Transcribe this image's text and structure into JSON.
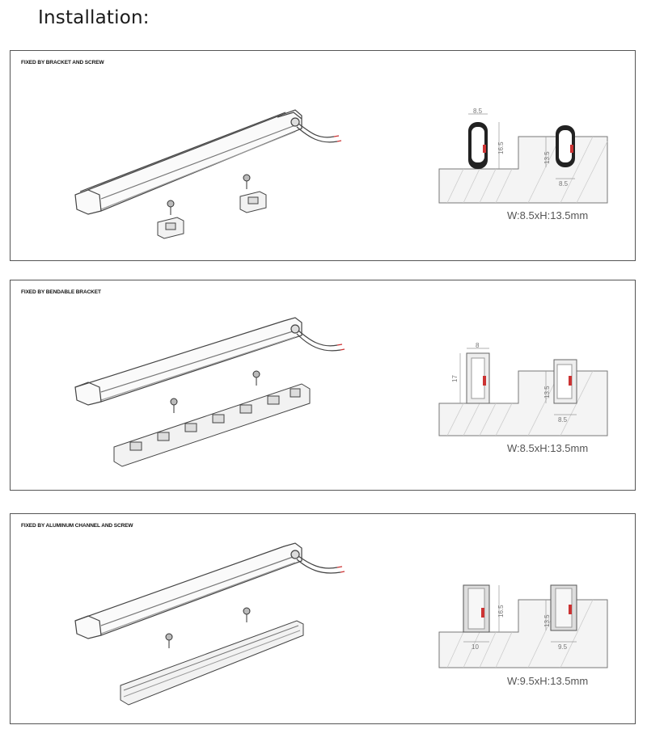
{
  "page": {
    "title": "Installation:"
  },
  "panels": [
    {
      "label": "FIXED BY BRACKET AND SCREW",
      "spec": "W:8.5xH:13.5mm",
      "dims": {
        "top_width": "8.5",
        "height_a": "16.5",
        "height_b": "13.5",
        "bottom_width": "8.5"
      }
    },
    {
      "label": "FIXED BY BENDABLE BRACKET",
      "spec": "W:8.5xH:13.5mm",
      "dims": {
        "top_width": "8",
        "height_a": "17",
        "height_b": "13.5",
        "bottom_width": "8.5"
      }
    },
    {
      "label": "FIXED BY ALUMINUM CHANNEL AND SCREW",
      "spec": "W:9.5xH:13.5mm",
      "dims": {
        "bottom_left": "10",
        "height_a": "16.5",
        "height_b": "13.5",
        "bottom_width": "9.5"
      }
    }
  ],
  "icons": {
    "light_bar": "led-strip-illustration",
    "screw": "screw-icon",
    "bracket": "mounting-clip-icon",
    "channel": "aluminum-channel-icon"
  }
}
